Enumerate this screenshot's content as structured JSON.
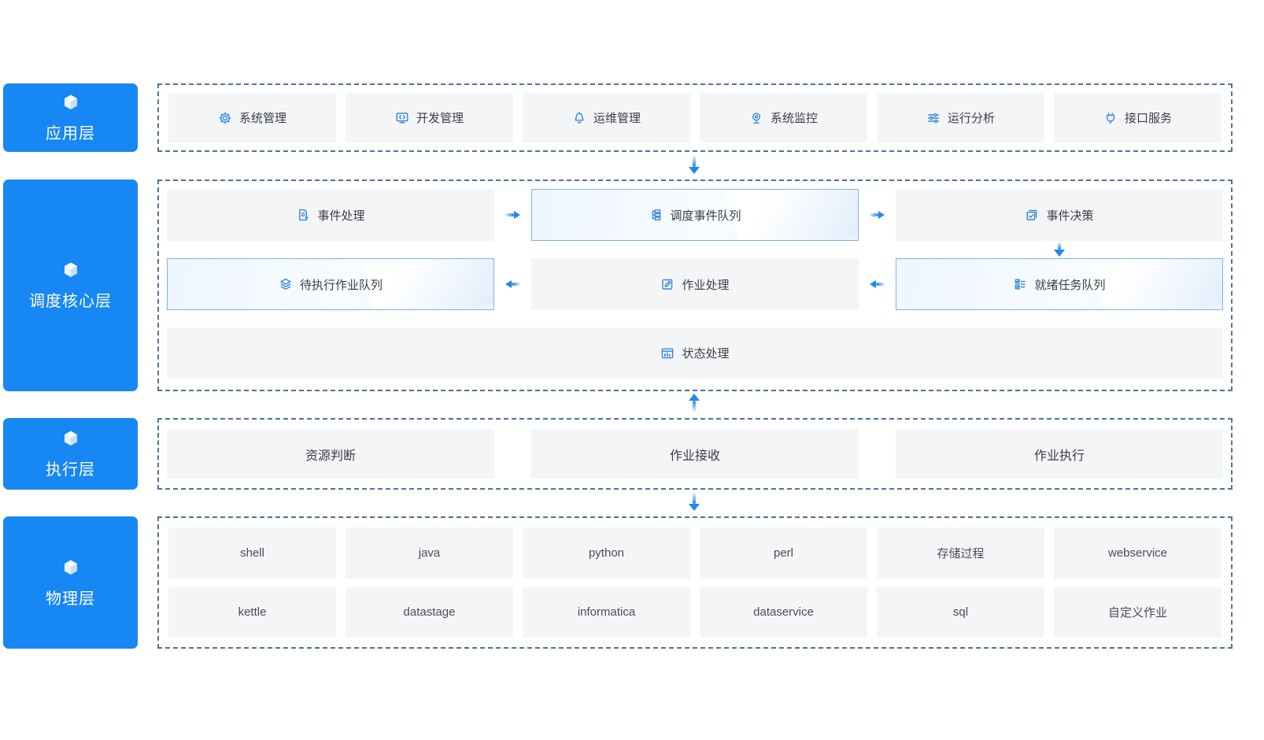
{
  "palette": {
    "layer_label_bg": "#1787f3",
    "arrow_blue": "#2186f0",
    "dashed_border": "#50749b",
    "item_bg": "#f4f5f7",
    "highlight_border": "#7fb2ea",
    "highlight_bg": "#eef6fe",
    "icon_blue": "#3585de",
    "text_dark": "#3b4045"
  },
  "layers": {
    "application": {
      "label": "应用层",
      "items": [
        {
          "icon": "gear-icon",
          "label": "系统管理"
        },
        {
          "icon": "dev-monitor-icon",
          "label": "开发管理"
        },
        {
          "icon": "alarm-bell-icon",
          "label": "运维管理"
        },
        {
          "icon": "webcam-icon",
          "label": "系统监控"
        },
        {
          "icon": "sliders-icon",
          "label": "运行分析"
        },
        {
          "icon": "plug-icon",
          "label": "接口服务"
        }
      ]
    },
    "scheduling": {
      "label": "调度核心层",
      "row1": [
        {
          "icon": "document-plus-icon",
          "label": "事件处理",
          "highlight": false
        },
        {
          "icon": "queue-tree-icon",
          "label": "调度事件队列",
          "highlight": true
        },
        {
          "icon": "decision-check-icon",
          "label": "事件决策",
          "highlight": false
        }
      ],
      "row2": [
        {
          "icon": "layers-stack-icon",
          "label": "待执行作业队列",
          "highlight": true
        },
        {
          "icon": "edit-square-icon",
          "label": "作业处理",
          "highlight": false
        },
        {
          "icon": "task-list-icon",
          "label": "就绪任务队列",
          "highlight": true
        }
      ],
      "row3": {
        "icon": "status-chart-icon",
        "label": "状态处理"
      }
    },
    "execution": {
      "label": "执行层",
      "items": [
        {
          "label": "资源判断"
        },
        {
          "label": "作业接收"
        },
        {
          "label": "作业执行"
        }
      ]
    },
    "physical": {
      "label": "物理层",
      "row1": [
        {
          "label": "shell"
        },
        {
          "label": "java"
        },
        {
          "label": "python"
        },
        {
          "label": "perl"
        },
        {
          "label": "存储过程"
        },
        {
          "label": "webservice"
        }
      ],
      "row2": [
        {
          "label": "kettle"
        },
        {
          "label": "datastage"
        },
        {
          "label": "informatica"
        },
        {
          "label": "dataservice"
        },
        {
          "label": "sql"
        },
        {
          "label": "自定义作业"
        }
      ]
    }
  },
  "flows": {
    "app_to_scheduling": "down",
    "execution_to_scheduling": "up",
    "execution_to_physical": "down",
    "event_decision_to_ready_queue": "down",
    "event_row_direction": "right",
    "job_row_direction": "left"
  }
}
